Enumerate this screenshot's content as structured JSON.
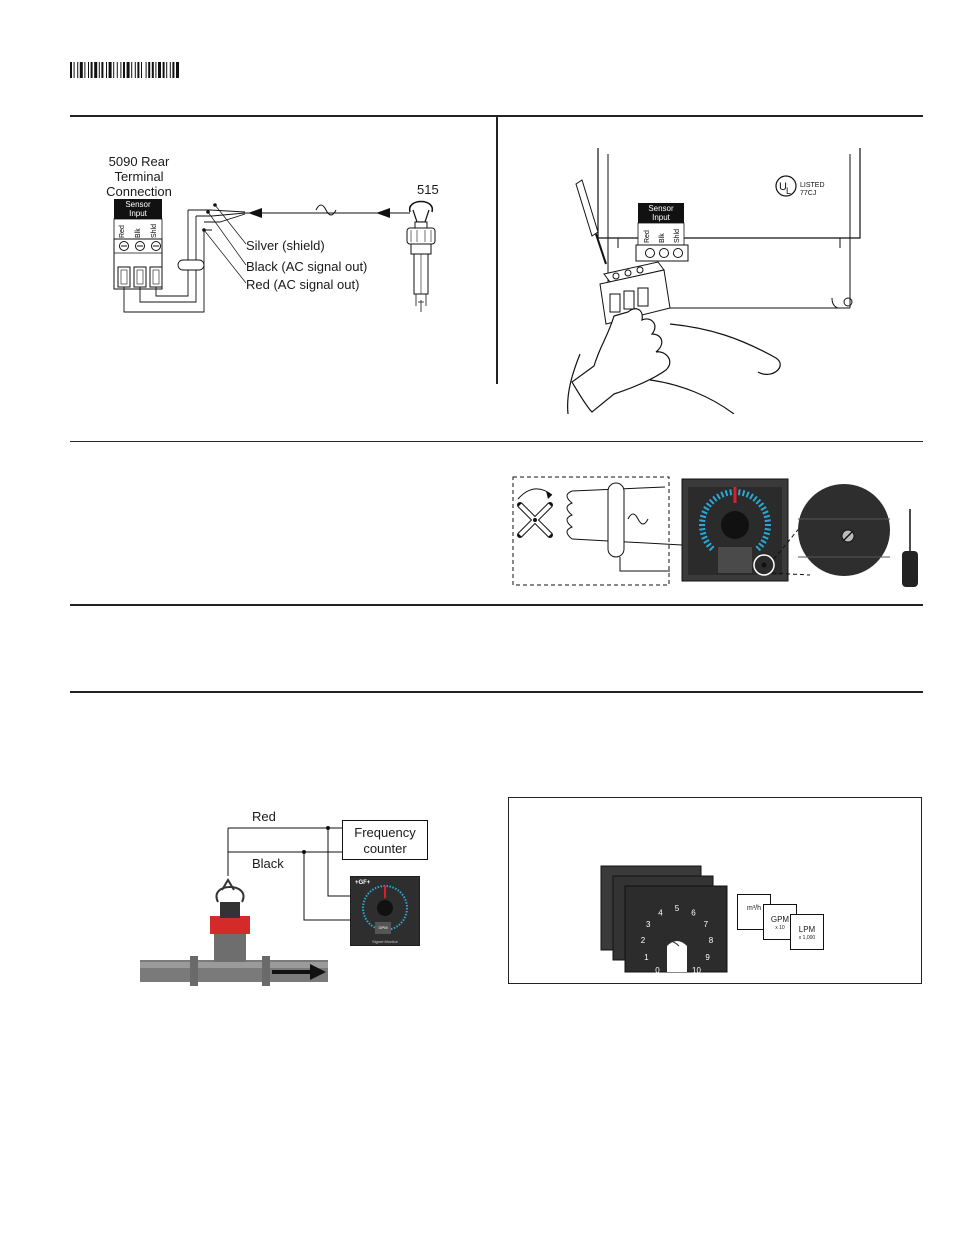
{
  "wiring_diagram": {
    "terminal_title_line1": "5090 Rear",
    "terminal_title_line2": "Terminal",
    "terminal_title_line3": "Connection",
    "sensor_input_line1": "Sensor",
    "sensor_input_line2": "Input",
    "terminal_labels": [
      "Red",
      "Blk",
      "Shld"
    ],
    "sensor_model": "515",
    "wire_shield": "Silver (shield)",
    "wire_black": "Black (AC signal out)",
    "wire_red": "Red (AC signal out)"
  },
  "panel_install": {
    "sensor_input_line1": "Sensor",
    "sensor_input_line2": "Input",
    "terminal_labels": [
      "Red",
      "Blk",
      "Shld"
    ],
    "ul_line1": "LISTED",
    "ul_line2": "77CJ"
  },
  "frequency_test": {
    "red_label": "Red",
    "black_label": "Black",
    "counter_line1": "Frequency",
    "counter_line2": "counter",
    "brand": "+GF+",
    "unit": "GPM",
    "footer": "Signet Monitor"
  },
  "scale_cards": {
    "dial_numbers": [
      "0",
      "1",
      "2",
      "3",
      "4",
      "5",
      "6",
      "7",
      "8",
      "9",
      "10"
    ],
    "card_m3h": "m³/h",
    "card_gpm": "GPM",
    "card_gpm_mult": "x 10",
    "card_lpm": "LPM",
    "card_lpm_mult": "x 1,000"
  }
}
